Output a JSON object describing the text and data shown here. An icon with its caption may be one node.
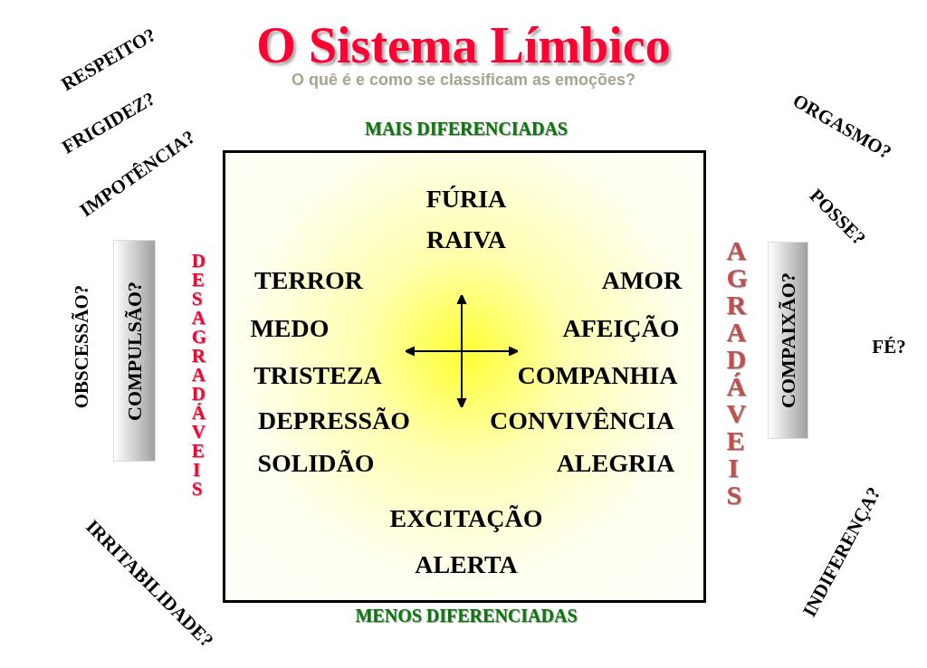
{
  "diagram": {
    "title": "O Sistema Límbico",
    "nodes": [
      {
        "text": [
          "FÚRIA",
          "RAIVA",
          "TERROR",
          "MEDO",
          "TRISTEZA",
          "DEPRESSÃO",
          "SOLIDÃO",
          "AMOR",
          "AFEIÇÃO",
          "COMPANHIA",
          "CONVIVÊNCIA",
          "ALEGRIA",
          "EXCITAÇÃO",
          "ALERTA"
        ]
      },
      {
        "text": [
          "COMPULSÃO?"
        ]
      },
      {
        "text": [
          "COMPAIXÃO?"
        ]
      }
    ],
    "labels": [
      "O quê é e como se classificam as emoções?",
      "RESPEITO?",
      "FRIGIDEZ?",
      "IMPOTÊNCIA?",
      "OBSCESSÃO?",
      "IRRITABILIDADE?",
      "ORGASMO?",
      "POSSE?",
      "FÉ?",
      "INDIFERENÇA?",
      "MAIS DIFERENCIADAS",
      "MENOS DIFERENCIADAS",
      "DESAGRADÁVEIS",
      "AGRADÁVEIS"
    ]
  }
}
